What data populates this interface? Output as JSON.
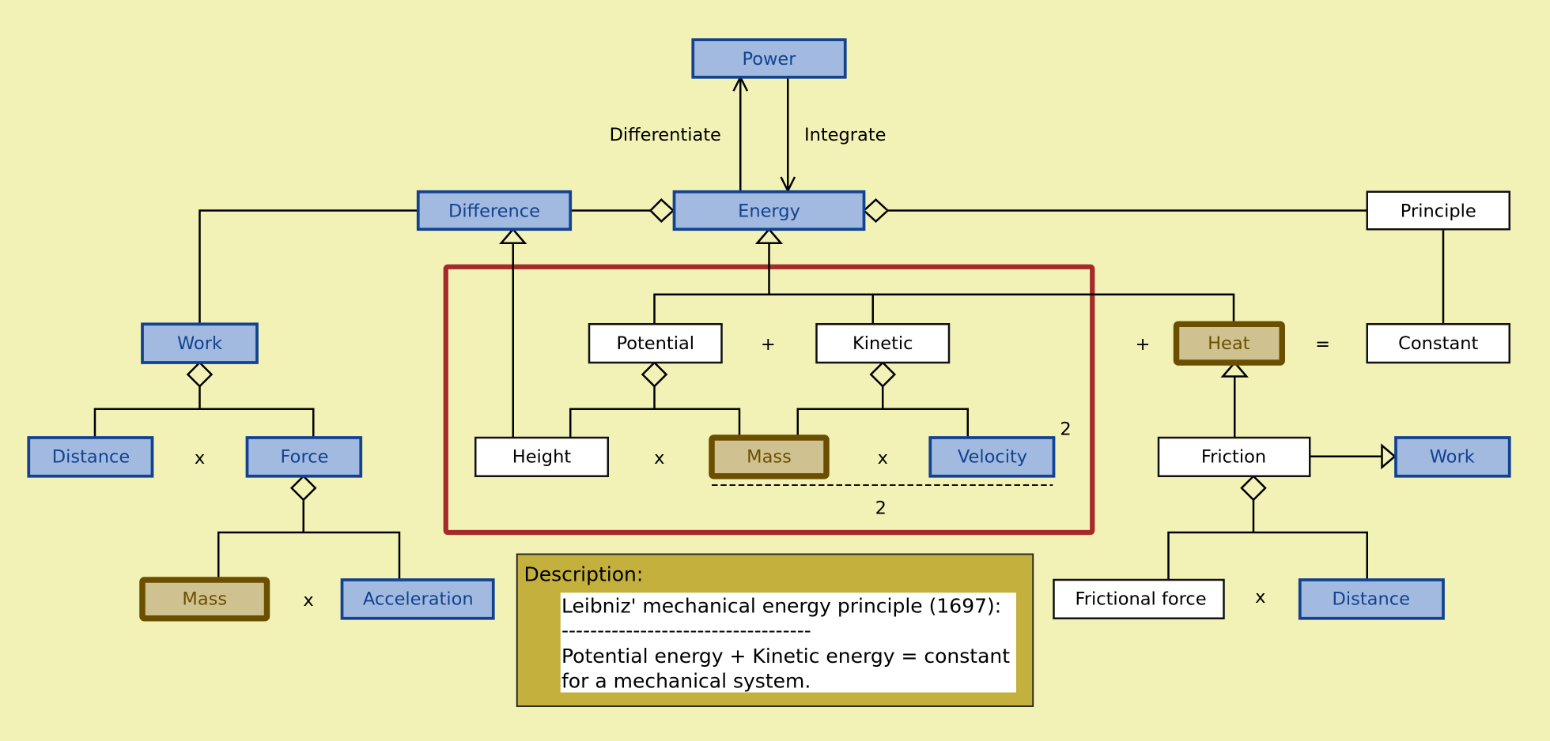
{
  "colors": {
    "background": "#f3f2b6",
    "blue_fill": "#a2badf",
    "blue_border": "#124291",
    "tan_fill": "#d0c290",
    "tan_border": "#6b4f00",
    "highlight_frame": "#a52a2a",
    "description_bg": "#c4b03c"
  },
  "nodes": {
    "power": "Power",
    "energy": "Energy",
    "difference": "Difference",
    "principle": "Principle",
    "work_left": "Work",
    "distance_left": "Distance",
    "force": "Force",
    "mass_left": "Mass",
    "acceleration": "Acceleration",
    "potential": "Potential",
    "kinetic": "Kinetic",
    "height": "Height",
    "mass_center": "Mass",
    "velocity": "Velocity",
    "heat": "Heat",
    "constant": "Constant",
    "friction": "Friction",
    "work_right": "Work",
    "frictional_force": "Frictional force",
    "distance_right": "Distance"
  },
  "edge_labels": {
    "differentiate": "Differentiate",
    "integrate": "Integrate"
  },
  "operators": {
    "times_distance_force": "x",
    "times_mass_accel": "x",
    "plus_potential_kinetic": "+",
    "times_height_mass": "x",
    "times_mass_velocity": "x",
    "velocity_exponent": "2",
    "fraction_line": "------------------------------------",
    "denominator": "2",
    "plus_heat": "+",
    "equals": "=",
    "times_friction_distance": "x"
  },
  "description": {
    "title": "Description:",
    "lines": [
      "Leibniz' mechanical energy principle (1697):",
      "-----------------------------------",
      "Potential energy + Kinetic energy = constant",
      "for a mechanical system."
    ]
  }
}
